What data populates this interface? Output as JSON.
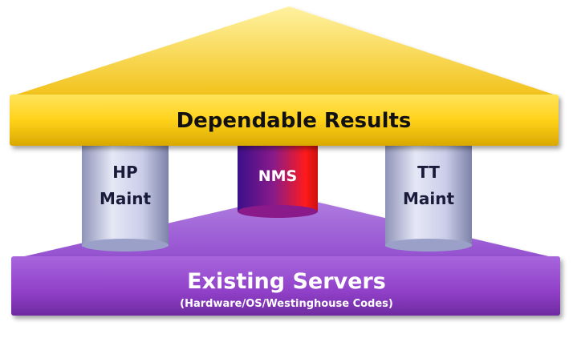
{
  "roof": {
    "label": "Dependable Results"
  },
  "pillars": [
    {
      "line1": "HP",
      "line2": "Maint"
    },
    {
      "line1": "NMS",
      "line2": ""
    },
    {
      "line1": "TT",
      "line2": "Maint"
    }
  ],
  "base": {
    "title": "Existing Servers",
    "subtitle": "(Hardware/OS/Westinghouse Codes)"
  },
  "colors": {
    "roof": "#ffd21a",
    "pillar_side": "#c9cde8",
    "nms_pillar": "#b3107a",
    "base": "#9a4fd0"
  }
}
